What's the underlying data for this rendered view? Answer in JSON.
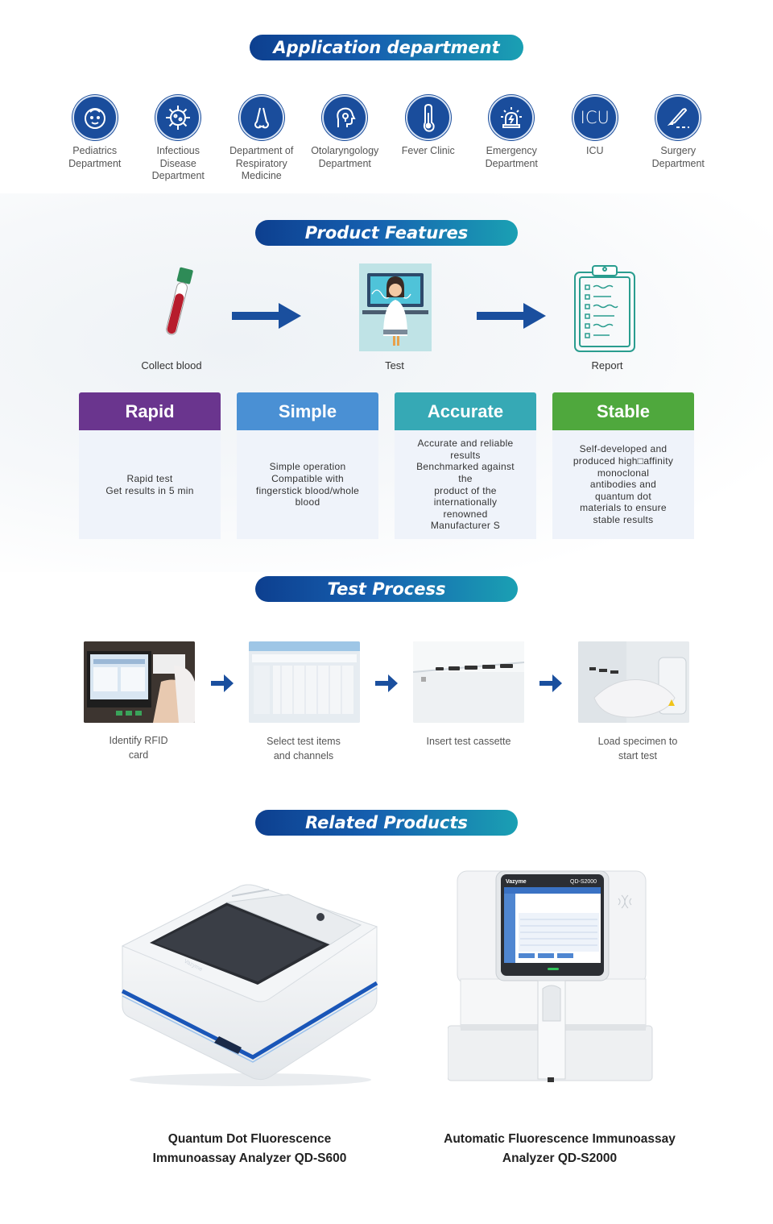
{
  "sections": {
    "application": "Application department",
    "features": "Product Features",
    "process": "Test Process",
    "related": "Related Products"
  },
  "departments": [
    {
      "label": "Pediatrics\nDepartment",
      "icon": "child-face-icon"
    },
    {
      "label": "Infectious\nDisease\nDepartment",
      "icon": "virus-icon"
    },
    {
      "label": "Department of\nRespiratory\nMedicine",
      "icon": "lungs-nose-icon"
    },
    {
      "label": "Otolaryngology\nDepartment",
      "icon": "ent-head-icon"
    },
    {
      "label": "Fever Clinic",
      "icon": "thermometer-icon"
    },
    {
      "label": "Emergency\nDepartment",
      "icon": "siren-icon"
    },
    {
      "label": "ICU",
      "icon": "icu-text-icon",
      "icon_text": "ICU"
    },
    {
      "label": "Surgery\nDepartment",
      "icon": "scalpel-icon"
    }
  ],
  "flow": {
    "collect": "Collect blood",
    "test": "Test",
    "report": "Report"
  },
  "features": [
    {
      "title": "Rapid",
      "body": "Rapid test\nGet results in 5 min",
      "color": "#6a358e"
    },
    {
      "title": "Simple",
      "body": "Simple operation\nCompatible with\nfingerstick blood/whole\nblood",
      "color": "#4a90d4"
    },
    {
      "title": "Accurate",
      "body": "Accurate and reliable\nresults\nBenchmarked against\nthe\nproduct of the\ninternationally\nrenowned\nManufacturer S",
      "color": "#36a9b5"
    },
    {
      "title": "Stable",
      "body": "Self-developed and\nproduced high□affinity\nmonoclonal\nantibodies and\nquantum dot\nmaterials to ensure\nstable results",
      "color": "#4fa83d"
    }
  ],
  "process_steps": [
    {
      "label": "Identify RFID\ncard"
    },
    {
      "label": "Select test items\nand channels"
    },
    {
      "label": "Insert test cassette"
    },
    {
      "label": "Load specimen to\nstart test"
    }
  ],
  "products": [
    {
      "label": "Quantum Dot Fluorescence\nImmunoassay Analyzer QD-S600",
      "screen_brand": "Vazyme"
    },
    {
      "label": "Automatic Fluorescence Immunoassay\nAnalyzer QD-S2000",
      "screen_brand": "Vazyme",
      "screen_model": "QD-S2000"
    }
  ],
  "colors": {
    "navy": "#1a4d9c",
    "arrow": "#1a4f9e",
    "teal_report": "#2a9d8f"
  }
}
